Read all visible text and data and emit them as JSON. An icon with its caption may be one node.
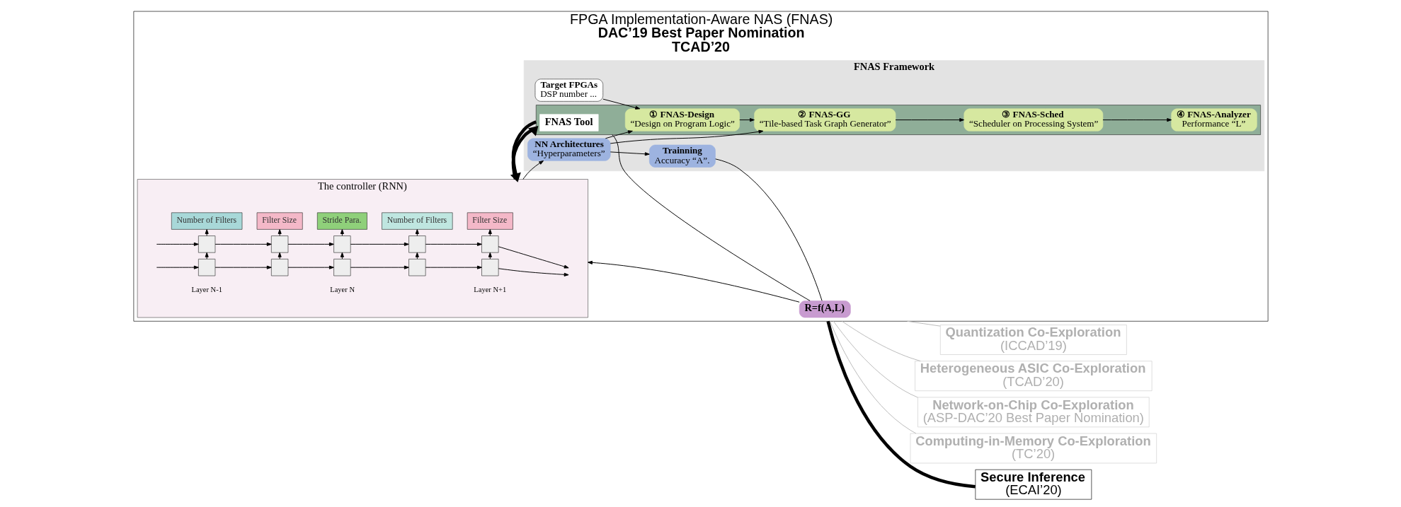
{
  "diagram": {
    "nodes": [
      {
        "text": [
          "FPGA Implementation-Aware NAS (FNAS)",
          "DAC’19 Best Paper Nomination",
          "TCAD’20"
        ]
      },
      {
        "text": [
          "The controller (RNN)"
        ],
        "in": 0
      },
      {
        "text": [
          "Number of Filters"
        ],
        "in": 1
      },
      {
        "text": [
          "Filter Size"
        ],
        "in": 1
      },
      {
        "text": [
          "Stride Para."
        ],
        "in": 1
      },
      {
        "text": [
          "Number of Filters"
        ],
        "in": 1
      },
      {
        "text": [
          "Filter Size"
        ],
        "in": 1
      },
      {
        "text": [],
        "shape": "box",
        "in": 1
      },
      {
        "text": [],
        "shape": "box",
        "in": 1
      },
      {
        "text": [],
        "shape": "box",
        "in": 1
      },
      {
        "text": [],
        "shape": "box",
        "in": 1
      },
      {
        "text": [],
        "shape": "box",
        "in": 1
      },
      {
        "text": [],
        "shape": "box",
        "in": 1
      },
      {
        "text": [],
        "shape": "box",
        "in": 1
      },
      {
        "text": [],
        "shape": "box",
        "in": 1
      },
      {
        "text": [],
        "shape": "box",
        "in": 1
      },
      {
        "text": [],
        "shape": "box",
        "in": 1
      },
      {
        "text": [
          "FNAS Framework"
        ],
        "in": 0
      },
      {
        "text": [
          "NN Architectures",
          "“Hyperparameters”"
        ],
        "in": 17
      },
      {
        "text": [
          "Target FPGAs",
          "DSP number ..."
        ],
        "in": 17
      },
      {
        "text": [],
        "shape": "box",
        "in": 17
      },
      {
        "text": [
          "FNAS Tool"
        ],
        "in": 20
      },
      {
        "text": [
          "① FNAS-Design",
          "“Design on Program Logic”"
        ],
        "in": 20
      },
      {
        "text": [
          "② FNAS-GG",
          "“Tile-based Task Graph Generator”"
        ],
        "in": 20
      },
      {
        "text": [
          "③ FNAS-Sched",
          "“Scheduler on Processing System”"
        ],
        "in": 20
      },
      {
        "text": [
          "④ FNAS-Analyzer",
          "Performance “L”"
        ],
        "in": 20
      },
      {
        "text": [
          "Trainning",
          "Accuracy “A”."
        ],
        "in": 17
      },
      {
        "text": [
          "R=f(A,L)"
        ],
        "in": 0
      },
      {
        "text": [
          "Quantization Co-Exploration",
          "(ICCAD’19)"
        ]
      },
      {
        "text": [
          "Heterogeneous ASIC Co-Exploration",
          "(TCAD’20)"
        ]
      },
      {
        "text": [
          "Network-on-Chip Co-Exploration",
          "(ASP-DAC’20 Best Paper Nomination)"
        ]
      },
      {
        "text": [
          "Computing-in-Memory Co-Exploration",
          "(TC’20)"
        ]
      },
      {
        "text": [
          "Secure Inference",
          "(ECAI’20)"
        ]
      }
    ],
    "edges": [
      {
        "from": 12,
        "to": 7,
        "arrow": "to"
      },
      {
        "from": 13,
        "to": 8,
        "arrow": "to"
      },
      {
        "from": 14,
        "to": 9,
        "arrow": "to"
      },
      {
        "from": 15,
        "to": 10,
        "arrow": "to"
      },
      {
        "from": 16,
        "to": 11,
        "arrow": "to"
      },
      {
        "from": 7,
        "to": 2,
        "arrow": "to"
      },
      {
        "from": 8,
        "to": 3,
        "arrow": "to"
      },
      {
        "from": 9,
        "to": 4,
        "arrow": "to"
      },
      {
        "from": 10,
        "to": 5,
        "arrow": "to"
      },
      {
        "from": 11,
        "to": 6,
        "arrow": "to"
      },
      {
        "from": null,
        "to": 7,
        "arrow": "to"
      },
      {
        "from": 7,
        "to": 8,
        "arrow": "to"
      },
      {
        "from": 8,
        "to": 9,
        "arrow": "to"
      },
      {
        "from": 9,
        "to": 10,
        "arrow": "to"
      },
      {
        "from": 10,
        "to": 11,
        "arrow": "to"
      },
      {
        "from": 11,
        "to": null,
        "arrow": "to"
      },
      {
        "from": null,
        "to": 12,
        "arrow": "to"
      },
      {
        "from": 12,
        "to": 13,
        "arrow": "to"
      },
      {
        "from": 13,
        "to": 14,
        "arrow": "to"
      },
      {
        "from": 14,
        "to": 15,
        "arrow": "to"
      },
      {
        "from": 15,
        "to": 16,
        "arrow": "to"
      },
      {
        "from": 16,
        "to": null,
        "arrow": "to"
      },
      {
        "from": 1,
        "to": 18,
        "arrow": "to"
      },
      {
        "from": 1,
        "to": 20,
        "arrow": "to",
        "style": "thick"
      },
      {
        "from": 20,
        "to": 1,
        "arrow": "to",
        "style": "thick"
      },
      {
        "from": 18,
        "to": 22,
        "arrow": "to"
      },
      {
        "from": 19,
        "to": 22,
        "arrow": "to"
      },
      {
        "from": 18,
        "to": 23,
        "arrow": "to"
      },
      {
        "from": 18,
        "to": 26,
        "arrow": "to"
      },
      {
        "from": 22,
        "to": 23,
        "arrow": "to"
      },
      {
        "from": 23,
        "to": 24,
        "arrow": "to"
      },
      {
        "from": 24,
        "to": 25,
        "arrow": "to"
      },
      {
        "from": 20,
        "to": 27,
        "arrow": "none"
      },
      {
        "from": 26,
        "to": 27,
        "arrow": "none"
      },
      {
        "from": 27,
        "to": 1,
        "arrow": "to"
      },
      {
        "from": 0,
        "to": 28,
        "arrow": "none",
        "color": "#bbbbbb"
      },
      {
        "from": 0,
        "to": 29,
        "arrow": "none",
        "color": "#bbbbbb"
      },
      {
        "from": 0,
        "to": 30,
        "arrow": "none",
        "color": "#bbbbbb"
      },
      {
        "from": 0,
        "to": 31,
        "arrow": "none",
        "color": "#bbbbbb"
      },
      {
        "from": 0,
        "to": 32,
        "arrow": "none",
        "style": "thick",
        "color": "#000000"
      }
    ],
    "labels": [
      "Layer N-1",
      "Layer N",
      "Layer N+1"
    ]
  }
}
